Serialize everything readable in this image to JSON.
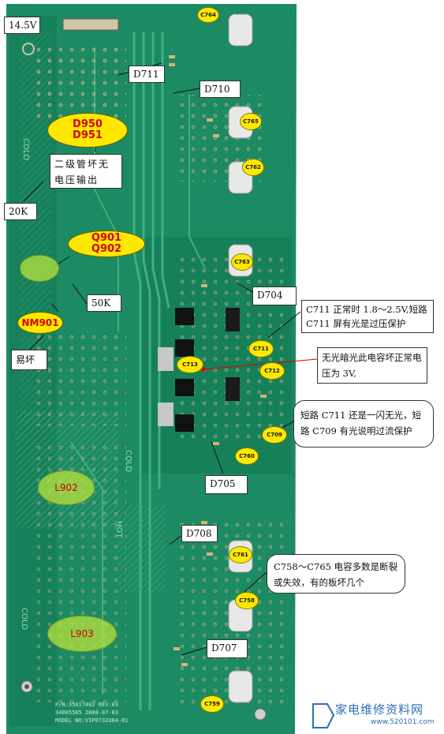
{
  "callouts": {
    "v145": "14.5V",
    "d711": "D711",
    "d710": "D710",
    "note_secondary": "二级管坏无电压输出",
    "r20k": "20K",
    "r50k": "50K",
    "d704": "D704",
    "note_c711_normal": "C711 正常时 1.8～2.5V,短路 C711 屏有光是过压保护",
    "note_no_light": "无光暗光此电容坏正常电压为 3V,",
    "note_fragile": "易坏",
    "note_c711_short": "短路 C711 还是一闪无光，短路 C709 有光说明过流保护",
    "d705": "D705",
    "d708": "D708",
    "note_c758": "C758～C765 电容多数是断裂或失效，有的板坏几个",
    "d707": "D707"
  },
  "ovals": {
    "d950": "D950",
    "d951": "D951",
    "q901": "Q901",
    "q902": "Q902",
    "nm901": "NM901"
  },
  "green_labels": {
    "l902": "L902",
    "l903": "L903"
  },
  "capacitor_tags": {
    "c764": "C764",
    "c765": "C765",
    "c762": "C762",
    "c763": "C763",
    "c711": "C711",
    "c713": "C713",
    "c712": "C712",
    "c709": "C709",
    "c760": "C760",
    "c761": "C761",
    "c758": "C758",
    "c759": "C759"
  },
  "board_silkscreen": {
    "cold_1": "COLD",
    "cold_2": "COLD",
    "cold_3": "COLD",
    "hot": "HOT",
    "model": "P/N:35017402 REV:03",
    "serial": "34005565 2008-07-03",
    "model2": "MODEL NO:VIP0732U04-01"
  },
  "watermark": {
    "name": "家电维修资料网",
    "url": "www.520101.com"
  },
  "colors": {
    "pcb": "#1c8a62",
    "pcb_dark": "#0f5a3e",
    "trace": "#3fb07f",
    "tag_yellow": "#ffe800",
    "label_red": "#d30000"
  }
}
